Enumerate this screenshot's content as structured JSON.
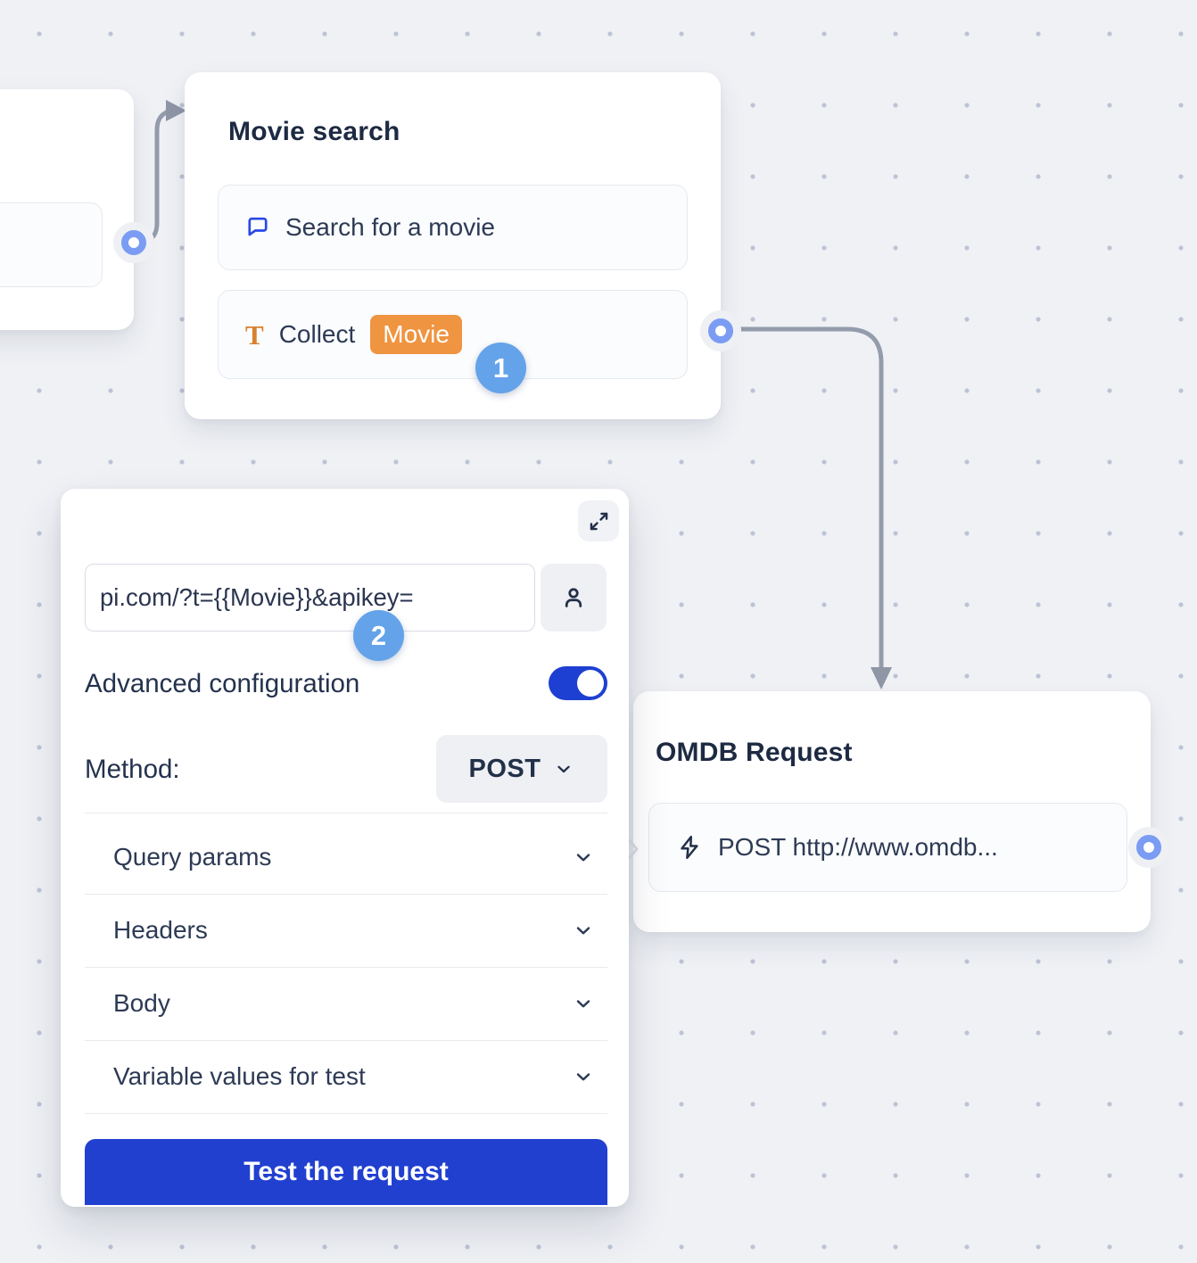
{
  "colors": {
    "background": "#eff1f5",
    "dot_grid": "#bcc3d4",
    "connector": "#949cac",
    "port_ring": "#7b9cf3",
    "primary_blue": "#2140d0",
    "toggle_on_blue": "#1e40d2",
    "step_badge_blue": "#64a3e9",
    "variable_badge_orange": "#ef9440",
    "collect_icon_orange": "#d8812f",
    "chat_icon_blue": "#2948e8",
    "text_navy": "#2d3a55"
  },
  "nodes": {
    "movie_search": {
      "title": "Movie search",
      "items": [
        {
          "icon": "chat-bubble-icon",
          "label": "Search for a movie"
        },
        {
          "icon": "text-collect-icon",
          "label": "Collect",
          "badge": "Movie"
        }
      ]
    },
    "omdb_request": {
      "title": "OMDB Request",
      "items": [
        {
          "icon": "zap-icon",
          "label": "POST http://www.omdb..."
        }
      ]
    }
  },
  "panel": {
    "url_input": {
      "value": "pi.com/?t={{Movie}}&apikey="
    },
    "advanced_configuration_label": "Advanced configuration",
    "advanced_configuration_enabled": "on",
    "method_label": "Method:",
    "method_value": "POST",
    "sections": [
      {
        "label": "Query params"
      },
      {
        "label": "Headers"
      },
      {
        "label": "Body"
      },
      {
        "label": "Variable values for test"
      }
    ],
    "test_button_label": "Test the request"
  },
  "annotations": {
    "step1": "1",
    "step2": "2"
  }
}
